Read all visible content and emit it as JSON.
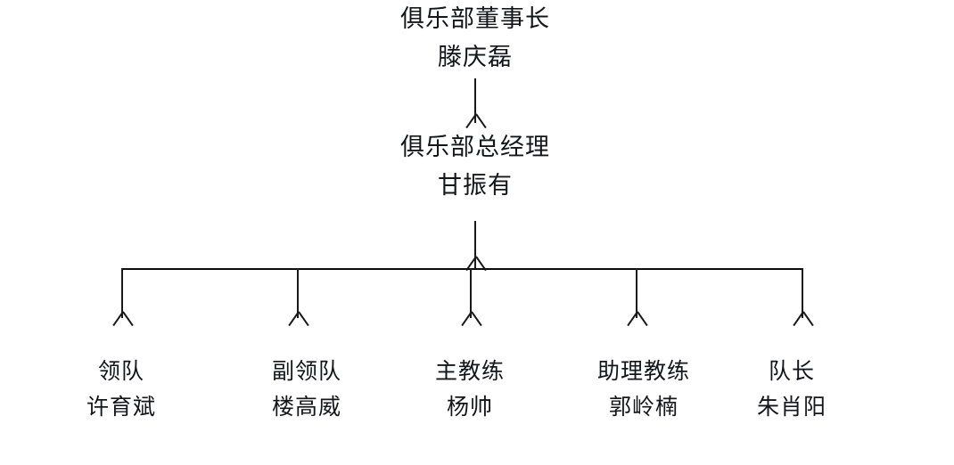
{
  "chart": {
    "type": "org-chart",
    "background": "#ffffff",
    "line_color": "#1a1a1a",
    "text_color": "#14161c",
    "levels": [
      {
        "level": 1,
        "nodes": [
          {
            "title": "俱乐部董事长",
            "person": "滕庆磊"
          }
        ]
      },
      {
        "level": 2,
        "nodes": [
          {
            "title": "俱乐部总经理",
            "person": "甘振有"
          }
        ]
      },
      {
        "level": 3,
        "nodes": [
          {
            "title": "领队",
            "person": "许育斌"
          },
          {
            "title": "副领队",
            "person": "楼高威"
          },
          {
            "title": "主教练",
            "person": "杨帅"
          },
          {
            "title": "助理教练",
            "person": "郭岭楠"
          },
          {
            "title": "队长",
            "person": "朱肖阳"
          }
        ]
      }
    ]
  }
}
